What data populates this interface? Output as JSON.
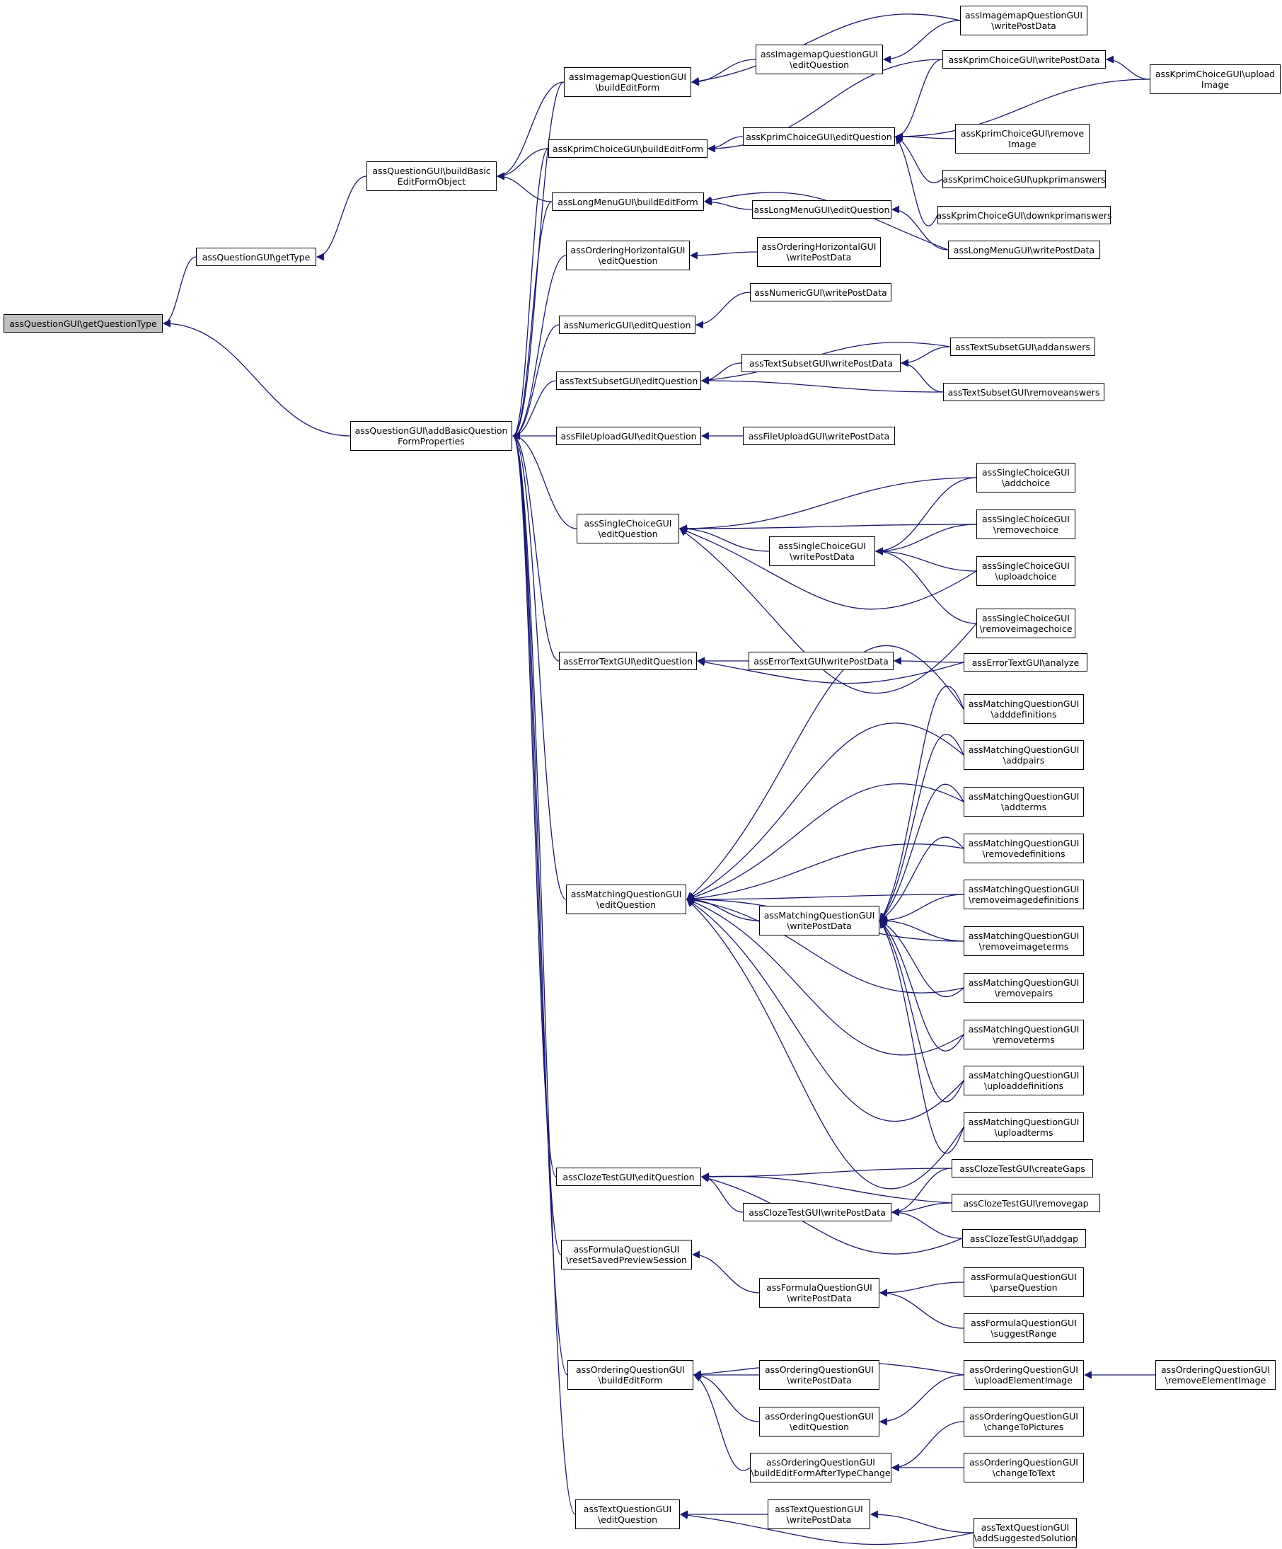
{
  "root_id": "gqt",
  "nodes": [
    {
      "id": "gqt",
      "lines": [
        "assQuestionGUI\\getQuestionType"
      ]
    },
    {
      "id": "gtype",
      "lines": [
        "assQuestionGUI\\getType"
      ]
    },
    {
      "id": "bbef",
      "lines": [
        "assQuestionGUI\\buildBasic",
        "EditFormObject"
      ]
    },
    {
      "id": "abqfp",
      "lines": [
        "assQuestionGUI\\addBasicQuestion",
        "FormProperties"
      ]
    },
    {
      "id": "imap_bef",
      "lines": [
        "assImagemapQuestionGUI",
        "\\buildEditForm"
      ]
    },
    {
      "id": "imap_eq",
      "lines": [
        "assImagemapQuestionGUI",
        "\\editQuestion"
      ]
    },
    {
      "id": "imap_wpd",
      "lines": [
        "assImagemapQuestionGUI",
        "\\writePostData"
      ]
    },
    {
      "id": "kp_bef",
      "lines": [
        "assKprimChoiceGUI\\buildEditForm"
      ]
    },
    {
      "id": "kp_eq",
      "lines": [
        "assKprimChoiceGUI\\editQuestion"
      ]
    },
    {
      "id": "kp_wpd",
      "lines": [
        "assKprimChoiceGUI\\writePostData"
      ]
    },
    {
      "id": "kp_up",
      "lines": [
        "assKprimChoiceGUI\\upload",
        "Image"
      ]
    },
    {
      "id": "kp_rm",
      "lines": [
        "assKprimChoiceGUI\\remove",
        "Image"
      ]
    },
    {
      "id": "kp_upk",
      "lines": [
        "assKprimChoiceGUI\\upkprimanswers"
      ]
    },
    {
      "id": "kp_dnk",
      "lines": [
        "assKprimChoiceGUI\\downkprimanswers"
      ]
    },
    {
      "id": "lm_bef",
      "lines": [
        "assLongMenuGUI\\buildEditForm"
      ]
    },
    {
      "id": "lm_eq",
      "lines": [
        "assLongMenuGUI\\editQuestion"
      ]
    },
    {
      "id": "lm_wpd",
      "lines": [
        "assLongMenuGUI\\writePostData"
      ]
    },
    {
      "id": "oh_eq",
      "lines": [
        "assOrderingHorizontalGUI",
        "\\editQuestion"
      ]
    },
    {
      "id": "oh_wpd",
      "lines": [
        "assOrderingHorizontalGUI",
        "\\writePostData"
      ]
    },
    {
      "id": "num_eq",
      "lines": [
        "assNumericGUI\\editQuestion"
      ]
    },
    {
      "id": "num_wpd",
      "lines": [
        "assNumericGUI\\writePostData"
      ]
    },
    {
      "id": "ts_eq",
      "lines": [
        "assTextSubsetGUI\\editQuestion"
      ]
    },
    {
      "id": "ts_wpd",
      "lines": [
        "assTextSubsetGUI\\writePostData"
      ]
    },
    {
      "id": "ts_add",
      "lines": [
        "assTextSubsetGUI\\addanswers"
      ]
    },
    {
      "id": "ts_rm",
      "lines": [
        "assTextSubsetGUI\\removeanswers"
      ]
    },
    {
      "id": "fu_eq",
      "lines": [
        "assFileUploadGUI\\editQuestion"
      ]
    },
    {
      "id": "fu_wpd",
      "lines": [
        "assFileUploadGUI\\writePostData"
      ]
    },
    {
      "id": "sc_eq",
      "lines": [
        "assSingleChoiceGUI",
        "\\editQuestion"
      ]
    },
    {
      "id": "sc_wpd",
      "lines": [
        "assSingleChoiceGUI",
        "\\writePostData"
      ]
    },
    {
      "id": "sc_add",
      "lines": [
        "assSingleChoiceGUI",
        "\\addchoice"
      ]
    },
    {
      "id": "sc_rm",
      "lines": [
        "assSingleChoiceGUI",
        "\\removechoice"
      ]
    },
    {
      "id": "sc_up",
      "lines": [
        "assSingleChoiceGUI",
        "\\uploadchoice"
      ]
    },
    {
      "id": "sc_rmi",
      "lines": [
        "assSingleChoiceGUI",
        "\\removeimagechoice"
      ]
    },
    {
      "id": "et_eq",
      "lines": [
        "assErrorTextGUI\\editQuestion"
      ]
    },
    {
      "id": "et_wpd",
      "lines": [
        "assErrorTextGUI\\writePostData"
      ]
    },
    {
      "id": "et_an",
      "lines": [
        "assErrorTextGUI\\analyze"
      ]
    },
    {
      "id": "mq_eq",
      "lines": [
        "assMatchingQuestionGUI",
        "\\editQuestion"
      ]
    },
    {
      "id": "mq_wpd",
      "lines": [
        "assMatchingQuestionGUI",
        "\\writePostData"
      ]
    },
    {
      "id": "mq_adddef",
      "lines": [
        "assMatchingQuestionGUI",
        "\\adddefinitions"
      ]
    },
    {
      "id": "mq_addpairs",
      "lines": [
        "assMatchingQuestionGUI",
        "\\addpairs"
      ]
    },
    {
      "id": "mq_addterms",
      "lines": [
        "assMatchingQuestionGUI",
        "\\addterms"
      ]
    },
    {
      "id": "mq_rmdef",
      "lines": [
        "assMatchingQuestionGUI",
        "\\removedefinitions"
      ]
    },
    {
      "id": "mq_rmimgdef",
      "lines": [
        "assMatchingQuestionGUI",
        "\\removeimagedefinitions"
      ]
    },
    {
      "id": "mq_rmimgterms",
      "lines": [
        "assMatchingQuestionGUI",
        "\\removeimageterms"
      ]
    },
    {
      "id": "mq_rmpairs",
      "lines": [
        "assMatchingQuestionGUI",
        "\\removepairs"
      ]
    },
    {
      "id": "mq_rmterms",
      "lines": [
        "assMatchingQuestionGUI",
        "\\removeterms"
      ]
    },
    {
      "id": "mq_updef",
      "lines": [
        "assMatchingQuestionGUI",
        "\\uploaddefinitions"
      ]
    },
    {
      "id": "mq_upterms",
      "lines": [
        "assMatchingQuestionGUI",
        "\\uploadterms"
      ]
    },
    {
      "id": "ct_eq",
      "lines": [
        "assClozeTestGUI\\editQuestion"
      ]
    },
    {
      "id": "ct_wpd",
      "lines": [
        "assClozeTestGUI\\writePostData"
      ]
    },
    {
      "id": "ct_cg",
      "lines": [
        "assClozeTestGUI\\createGaps"
      ]
    },
    {
      "id": "ct_rg",
      "lines": [
        "assClozeTestGUI\\removegap"
      ]
    },
    {
      "id": "ct_ag",
      "lines": [
        "assClozeTestGUI\\addgap"
      ]
    },
    {
      "id": "fq_rsps",
      "lines": [
        "assFormulaQuestionGUI",
        "\\resetSavedPreviewSession"
      ]
    },
    {
      "id": "fq_wpd",
      "lines": [
        "assFormulaQuestionGUI",
        "\\writePostData"
      ]
    },
    {
      "id": "fq_pq",
      "lines": [
        "assFormulaQuestionGUI",
        "\\parseQuestion"
      ]
    },
    {
      "id": "fq_sr",
      "lines": [
        "assFormulaQuestionGUI",
        "\\suggestRange"
      ]
    },
    {
      "id": "oq_bef",
      "lines": [
        "assOrderingQuestionGUI",
        "\\buildEditForm"
      ]
    },
    {
      "id": "oq_wpd",
      "lines": [
        "assOrderingQuestionGUI",
        "\\writePostData"
      ]
    },
    {
      "id": "oq_eq",
      "lines": [
        "assOrderingQuestionGUI",
        "\\editQuestion"
      ]
    },
    {
      "id": "oq_befatc",
      "lines": [
        "assOrderingQuestionGUI",
        "\\buildEditFormAfterTypeChange"
      ]
    },
    {
      "id": "oq_uei",
      "lines": [
        "assOrderingQuestionGUI",
        "\\uploadElementImage"
      ]
    },
    {
      "id": "oq_rei",
      "lines": [
        "assOrderingQuestionGUI",
        "\\removeElementImage"
      ]
    },
    {
      "id": "oq_ctp",
      "lines": [
        "assOrderingQuestionGUI",
        "\\changeToPictures"
      ]
    },
    {
      "id": "oq_ctt",
      "lines": [
        "assOrderingQuestionGUI",
        "\\changeToText"
      ]
    },
    {
      "id": "tq_eq",
      "lines": [
        "assTextQuestionGUI",
        "\\editQuestion"
      ]
    },
    {
      "id": "tq_wpd",
      "lines": [
        "assTextQuestionGUI",
        "\\writePostData"
      ]
    },
    {
      "id": "tq_ass",
      "lines": [
        "assTextQuestionGUI",
        "\\addSuggestedSolution"
      ]
    }
  ],
  "edges": [
    [
      "gtype",
      "gqt"
    ],
    [
      "abqfp",
      "gqt"
    ],
    [
      "bbef",
      "gtype"
    ],
    [
      "imap_bef",
      "bbef"
    ],
    [
      "kp_bef",
      "bbef"
    ],
    [
      "lm_bef",
      "bbef"
    ],
    [
      "imap_bef",
      "abqfp"
    ],
    [
      "kp_bef",
      "abqfp"
    ],
    [
      "lm_bef",
      "abqfp"
    ],
    [
      "oh_eq",
      "abqfp"
    ],
    [
      "num_eq",
      "abqfp"
    ],
    [
      "ts_eq",
      "abqfp"
    ],
    [
      "fu_eq",
      "abqfp"
    ],
    [
      "sc_eq",
      "abqfp"
    ],
    [
      "et_eq",
      "abqfp"
    ],
    [
      "mq_eq",
      "abqfp"
    ],
    [
      "ct_eq",
      "abqfp"
    ],
    [
      "fq_rsps",
      "abqfp"
    ],
    [
      "oq_bef",
      "abqfp"
    ],
    [
      "tq_eq",
      "abqfp"
    ],
    [
      "imap_eq",
      "imap_bef"
    ],
    [
      "imap_wpd",
      "imap_bef"
    ],
    [
      "imap_wpd",
      "imap_eq"
    ],
    [
      "kp_eq",
      "kp_bef"
    ],
    [
      "kp_wpd",
      "kp_bef"
    ],
    [
      "kp_wpd",
      "kp_eq"
    ],
    [
      "kp_up",
      "kp_eq"
    ],
    [
      "kp_rm",
      "kp_eq"
    ],
    [
      "kp_upk",
      "kp_eq"
    ],
    [
      "kp_dnk",
      "kp_eq"
    ],
    [
      "kp_up",
      "kp_wpd"
    ],
    [
      "lm_eq",
      "lm_bef"
    ],
    [
      "lm_wpd",
      "lm_bef"
    ],
    [
      "lm_wpd",
      "lm_eq"
    ],
    [
      "oh_wpd",
      "oh_eq"
    ],
    [
      "num_wpd",
      "num_eq"
    ],
    [
      "ts_wpd",
      "ts_eq"
    ],
    [
      "ts_add",
      "ts_eq"
    ],
    [
      "ts_rm",
      "ts_eq"
    ],
    [
      "ts_add",
      "ts_wpd"
    ],
    [
      "ts_rm",
      "ts_wpd"
    ],
    [
      "fu_wpd",
      "fu_eq"
    ],
    [
      "sc_wpd",
      "sc_eq"
    ],
    [
      "sc_add",
      "sc_eq"
    ],
    [
      "sc_rm",
      "sc_eq"
    ],
    [
      "sc_up",
      "sc_eq"
    ],
    [
      "sc_rmi",
      "sc_eq"
    ],
    [
      "sc_add",
      "sc_wpd"
    ],
    [
      "sc_rm",
      "sc_wpd"
    ],
    [
      "sc_up",
      "sc_wpd"
    ],
    [
      "sc_rmi",
      "sc_wpd"
    ],
    [
      "et_wpd",
      "et_eq"
    ],
    [
      "et_an",
      "et_eq"
    ],
    [
      "et_an",
      "et_wpd"
    ],
    [
      "mq_wpd",
      "mq_eq"
    ],
    [
      "mq_adddef",
      "mq_eq"
    ],
    [
      "mq_addpairs",
      "mq_eq"
    ],
    [
      "mq_addterms",
      "mq_eq"
    ],
    [
      "mq_rmdef",
      "mq_eq"
    ],
    [
      "mq_rmimgdef",
      "mq_eq"
    ],
    [
      "mq_rmimgterms",
      "mq_eq"
    ],
    [
      "mq_rmpairs",
      "mq_eq"
    ],
    [
      "mq_rmterms",
      "mq_eq"
    ],
    [
      "mq_updef",
      "mq_eq"
    ],
    [
      "mq_upterms",
      "mq_eq"
    ],
    [
      "mq_adddef",
      "mq_wpd"
    ],
    [
      "mq_addpairs",
      "mq_wpd"
    ],
    [
      "mq_addterms",
      "mq_wpd"
    ],
    [
      "mq_rmdef",
      "mq_wpd"
    ],
    [
      "mq_rmimgdef",
      "mq_wpd"
    ],
    [
      "mq_rmimgterms",
      "mq_wpd"
    ],
    [
      "mq_rmpairs",
      "mq_wpd"
    ],
    [
      "mq_rmterms",
      "mq_wpd"
    ],
    [
      "mq_updef",
      "mq_wpd"
    ],
    [
      "mq_upterms",
      "mq_wpd"
    ],
    [
      "ct_wpd",
      "ct_eq"
    ],
    [
      "ct_cg",
      "ct_eq"
    ],
    [
      "ct_rg",
      "ct_eq"
    ],
    [
      "ct_ag",
      "ct_eq"
    ],
    [
      "ct_cg",
      "ct_wpd"
    ],
    [
      "ct_rg",
      "ct_wpd"
    ],
    [
      "ct_ag",
      "ct_wpd"
    ],
    [
      "fq_wpd",
      "fq_rsps"
    ],
    [
      "fq_pq",
      "fq_wpd"
    ],
    [
      "fq_sr",
      "fq_wpd"
    ],
    [
      "oq_wpd",
      "oq_bef"
    ],
    [
      "oq_eq",
      "oq_bef"
    ],
    [
      "oq_befatc",
      "oq_bef"
    ],
    [
      "oq_uei",
      "oq_bef"
    ],
    [
      "oq_uei",
      "oq_eq"
    ],
    [
      "oq_rei",
      "oq_uei"
    ],
    [
      "oq_ctp",
      "oq_befatc"
    ],
    [
      "oq_ctt",
      "oq_befatc"
    ],
    [
      "tq_wpd",
      "tq_eq"
    ],
    [
      "tq_ass",
      "tq_eq"
    ],
    [
      "tq_ass",
      "tq_wpd"
    ]
  ],
  "colors": {
    "edge": "#191970",
    "root_fill": "#bfbfbf",
    "node_fill": "#ffffff",
    "border": "#000000"
  }
}
